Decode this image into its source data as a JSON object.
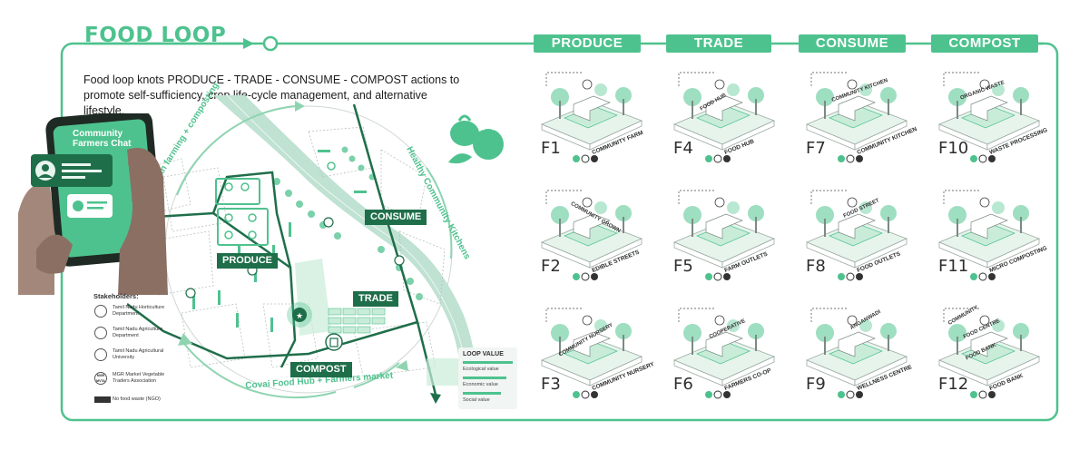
{
  "title": "FOOD LOOP",
  "intro": "Food loop knots PRODUCE - TRADE - CONSUME - COMPOST actions to promote self-sufficiency, crop life-cycle management, and alternative lifestyle.",
  "categories": [
    "PRODUCE",
    "TRADE",
    "CONSUME",
    "COMPOST"
  ],
  "colors": {
    "accent": "#4ec28e",
    "dark": "#1f6e4a",
    "light": "#c9ecd9",
    "skin": "#8a6f62"
  },
  "map": {
    "tags": {
      "produce": "PRODUCE",
      "trade": "TRADE",
      "consume": "CONSUME",
      "compost": "COMPOST"
    },
    "arc_labels": {
      "left": "Urban farming + composting",
      "right": "Healthy Community Kitchens",
      "bottom": "Covai Food Hub + Farmers market"
    }
  },
  "phone": {
    "chat_title": "Community\nFarmers Chat"
  },
  "stakeholders": {
    "title": "Stakeholders:",
    "items": [
      {
        "name": "Tamil Nadu Horticulture Department"
      },
      {
        "name": "Tamil Nadu Agriculture Department"
      },
      {
        "name": "Tamil Nadu Agricultural University"
      },
      {
        "name": "MGR Market Vegetable Traders Association",
        "badge": "MGR MVTA"
      },
      {
        "name": "No food waste (NGO)"
      }
    ]
  },
  "loop_value": {
    "title": "LOOP VALUE",
    "items": [
      "Ecological value",
      "Economic value",
      "Social value"
    ]
  },
  "facilities": [
    {
      "code": "F1",
      "label": "COMMUNITY FARM"
    },
    {
      "code": "F2",
      "label": "EDIBLE STREETS"
    },
    {
      "code": "F3",
      "label": "COMMUNITY NURSERY"
    },
    {
      "code": "F4",
      "label": "FOOD HUB"
    },
    {
      "code": "F5",
      "label": "FARM OUTLETS"
    },
    {
      "code": "F6",
      "label": "FARMERS CO-OP"
    },
    {
      "code": "F7",
      "label": "COMMUNITY KITCHEN"
    },
    {
      "code": "F8",
      "label": "FOOD OUTLETS"
    },
    {
      "code": "F9",
      "label": "WELLNESS CENTRE"
    },
    {
      "code": "F10",
      "label": "WASTE PROCESSING"
    },
    {
      "code": "F11",
      "label": "MICRO COMPOSTING"
    },
    {
      "code": "F12",
      "label": "FOOD BANK"
    }
  ],
  "callouts": {
    "f4": "FOOD HUB",
    "f7": "COMMUNITY KITCHEN",
    "f10": "ORGANIC WASTE",
    "f2": "COMMUNITY GROWN",
    "f8": "FOOD STREET",
    "f3": "COMMUNITY NURSERY",
    "f6": "COOPERATIVE",
    "f9": "ANGANWADI",
    "f12a": "COMMUNITY",
    "f12b": "FOOD CENTRE",
    "f12c": "FOOD BANK"
  }
}
